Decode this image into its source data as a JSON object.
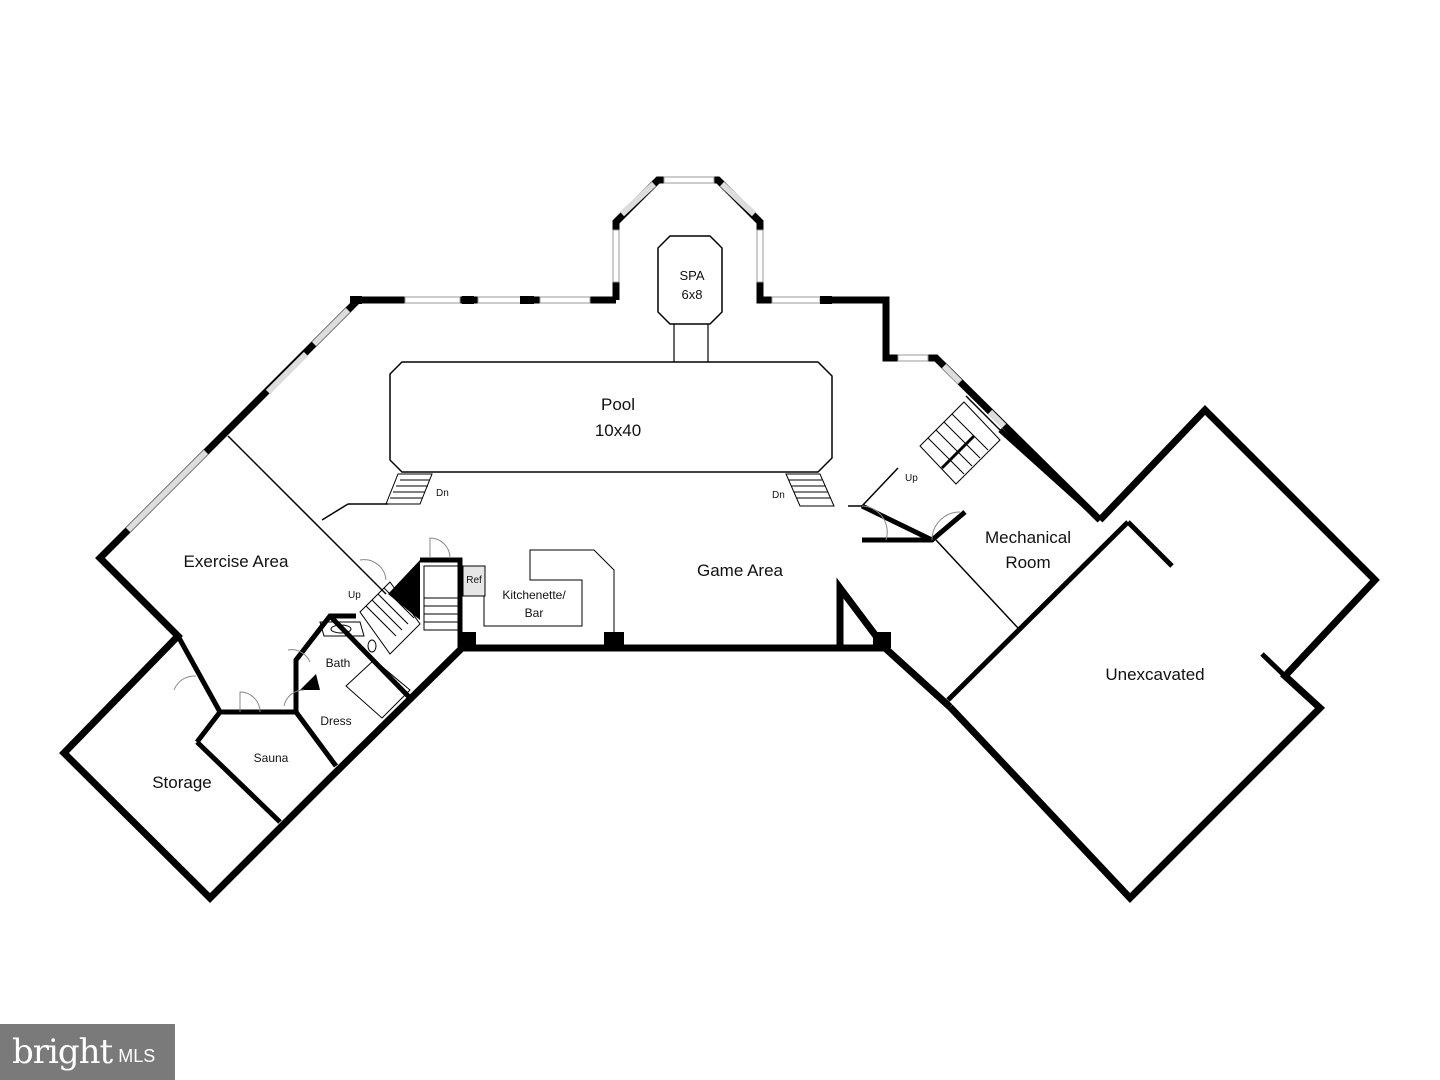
{
  "rooms": {
    "spa": "SPA",
    "spa_size": "6x8",
    "pool": "Pool",
    "pool_size": "10x40",
    "exercise": "Exercise Area",
    "game": "Game Area",
    "mechanical_1": "Mechanical",
    "mechanical_2": "Room",
    "unexcavated": "Unexcavated",
    "kitchenette_1": "Kitchenette/",
    "kitchenette_2": "Bar",
    "ref": "Ref",
    "bath": "Bath",
    "dress": "Dress",
    "sauna": "Sauna",
    "storage": "Storage"
  },
  "stairs": {
    "dn_left": "Dn",
    "dn_right": "Dn",
    "up_left": "Up",
    "up_right": "Up"
  },
  "watermark": {
    "brand": "bright",
    "suffix": "MLS",
    "logo_text": "bright MLS"
  }
}
